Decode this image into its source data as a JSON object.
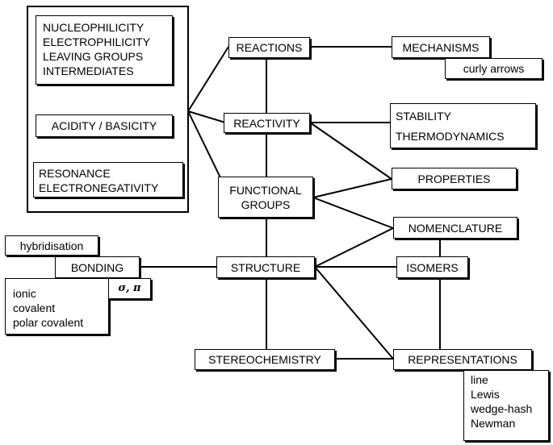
{
  "left_panel": {
    "group1": [
      "NUCLEOPHILICITY",
      "ELECTROPHILICITY",
      "LEAVING GROUPS",
      "INTERMEDIATES"
    ],
    "group2": "ACIDITY / BASICITY",
    "group3": [
      "RESONANCE",
      "ELECTRONEGATIVITY"
    ]
  },
  "nodes": {
    "reactions": "REACTIONS",
    "mechanisms": "MECHANISMS",
    "curly_arrows": "curly arrows",
    "reactivity": "REACTIVITY",
    "stability_thermo": [
      "STABILITY",
      "THERMODYNAMICS"
    ],
    "properties": "PROPERTIES",
    "functional_groups": [
      "FUNCTIONAL",
      "GROUPS"
    ],
    "nomenclature": "NOMENCLATURE",
    "isomers": "ISOMERS",
    "structure": "STRUCTURE",
    "hybridisation": "hybridisation",
    "bonding": "BONDING",
    "sigma_pi": "σ, π",
    "bond_types": [
      "ionic",
      "covalent",
      "polar covalent"
    ],
    "stereochemistry": "STEREOCHEMISTRY",
    "representations": "REPRESENTATIONS",
    "representation_types": [
      "line",
      "Lewis",
      "wedge-hash",
      "Newman"
    ]
  }
}
